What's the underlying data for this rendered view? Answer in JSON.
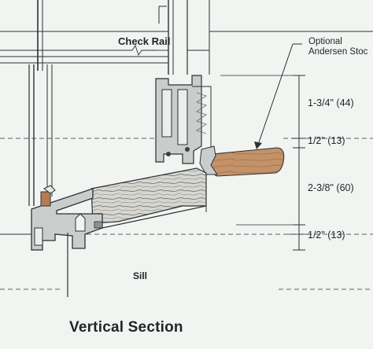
{
  "diagram": {
    "title": "Vertical Section",
    "labels": {
      "check_rail": "Check Rail",
      "callout_line1": "Optional",
      "callout_line2": "Andersen Stoc",
      "sill": "Sill"
    },
    "dimensions": [
      {
        "text": "1-3/4\" (44)"
      },
      {
        "text": "1/2\" (13)"
      },
      {
        "text": "2-3/8\" (60)"
      },
      {
        "text": "1/2\" (13)"
      }
    ],
    "colors": {
      "paper": "#f2f4f1",
      "ink": "#1e2628",
      "frame_gray": "#c9cecd",
      "sill_wood": "#d7d6d0",
      "stool_wood": "#c49268",
      "shim": "#b97a52"
    }
  }
}
